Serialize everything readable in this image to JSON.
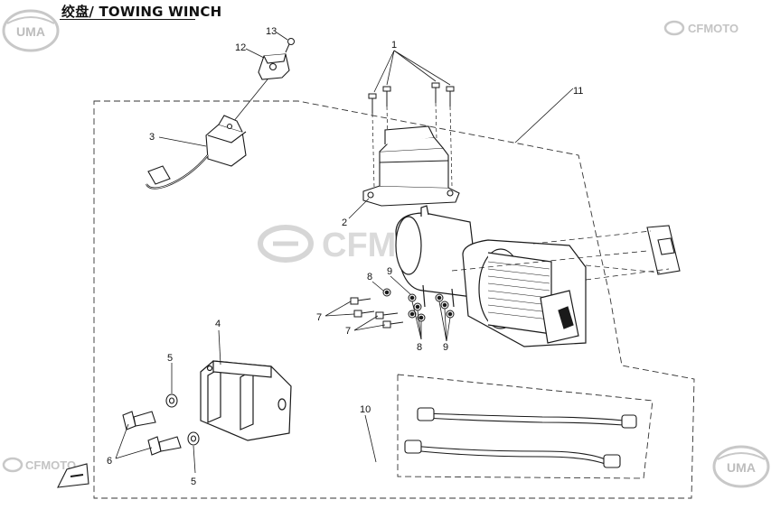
{
  "header": {
    "title": "绞盘/ TOWING WINCH"
  },
  "brands": {
    "uma": "UMA",
    "cfmoto": "CFMOTO"
  },
  "parts": [
    {
      "id": "p1",
      "label": "1"
    },
    {
      "id": "p2",
      "label": "2"
    },
    {
      "id": "p3",
      "label": "3"
    },
    {
      "id": "p4",
      "label": "4"
    },
    {
      "id": "p5a",
      "label": "5"
    },
    {
      "id": "p5b",
      "label": "5"
    },
    {
      "id": "p6",
      "label": "6"
    },
    {
      "id": "p7a",
      "label": "7"
    },
    {
      "id": "p7b",
      "label": "7"
    },
    {
      "id": "p8a",
      "label": "8"
    },
    {
      "id": "p8b",
      "label": "8"
    },
    {
      "id": "p9a",
      "label": "9"
    },
    {
      "id": "p9b",
      "label": "9"
    },
    {
      "id": "p10",
      "label": "10"
    },
    {
      "id": "p11",
      "label": "11"
    },
    {
      "id": "p12",
      "label": "12"
    },
    {
      "id": "p13",
      "label": "13"
    }
  ],
  "colors": {
    "line": "#1a1a1a",
    "watermark": "#cfcfcf",
    "background": "#ffffff"
  }
}
